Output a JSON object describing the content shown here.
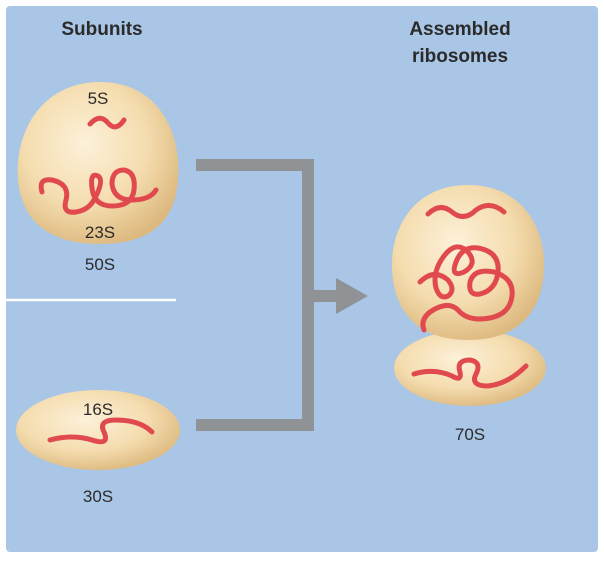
{
  "headings": {
    "subunits": "Subunits",
    "assembled_line1": "Assembled",
    "assembled_line2": "ribosomes"
  },
  "large_subunit": {
    "rna_top": "5S",
    "rna_bottom": "23S",
    "name": "50S"
  },
  "small_subunit": {
    "rna": "16S",
    "name": "30S"
  },
  "assembled": {
    "name": "70S"
  },
  "colors": {
    "background": "#a9c6e6",
    "subunit_fill": "#f3dcb4",
    "rna": "#e04a4f",
    "arrow": "#8f9396",
    "divider": "#ffffff"
  }
}
